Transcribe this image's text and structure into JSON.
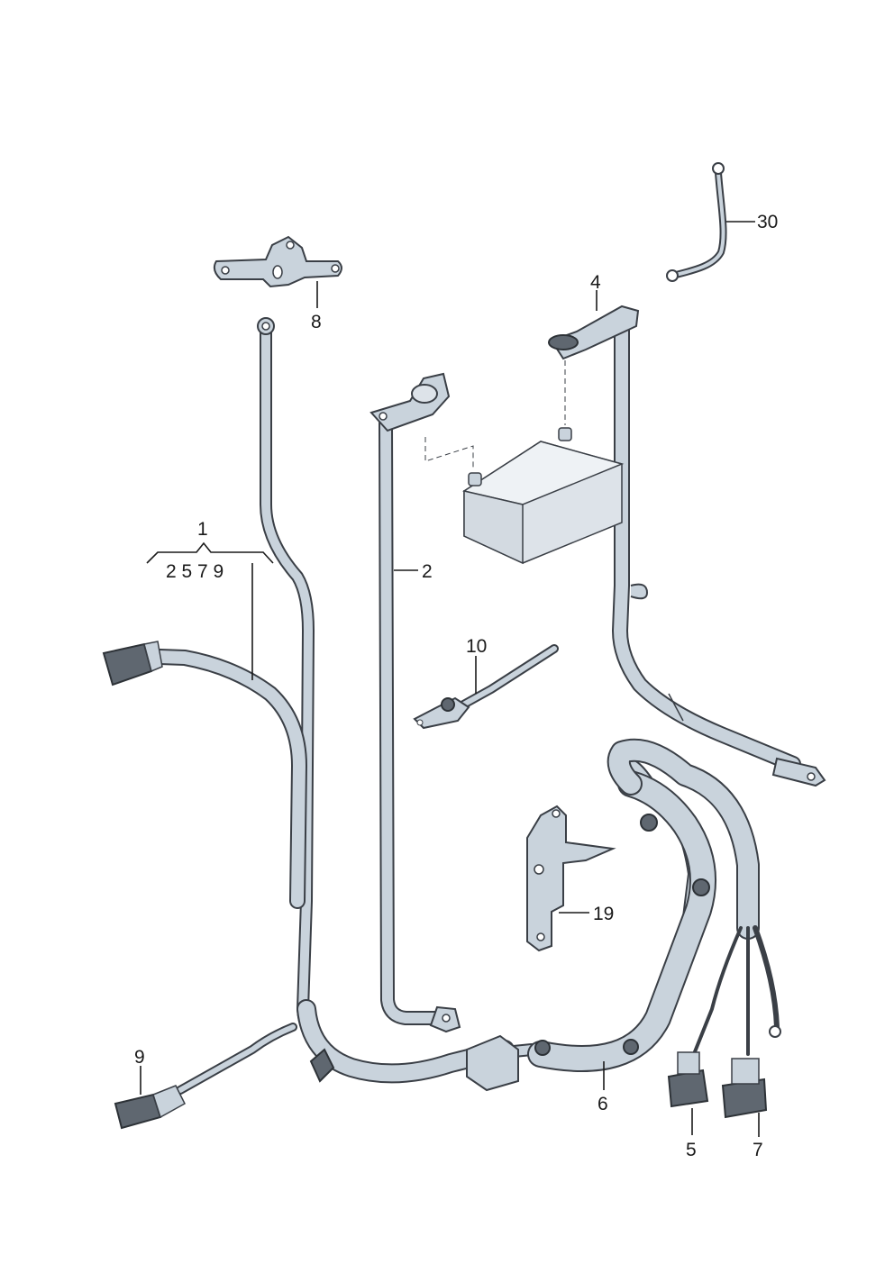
{
  "callouts": {
    "c1": "1",
    "c1_sub": "2 5 7 9",
    "c2": "2",
    "c4": "4",
    "c5": "5",
    "c6": "6",
    "c7": "7",
    "c8": "8",
    "c9": "9",
    "c10": "10",
    "c19": "19",
    "c30": "30"
  },
  "colors": {
    "cable_fill": "#c9d3dc",
    "cable_outline": "#3a3f46",
    "battery_fill": "#dde3e9",
    "line": "#1a1a1a"
  }
}
